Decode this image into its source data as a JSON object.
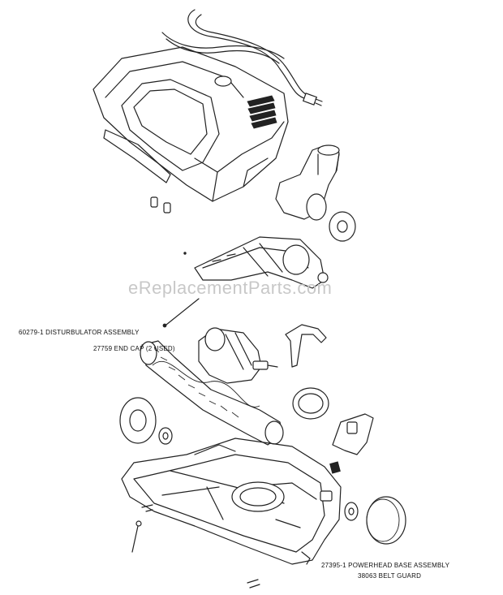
{
  "watermark": "eReplacementParts.com",
  "labels": {
    "disturbulator": "60279-1 DISTURBULATOR ASSEMBLY",
    "end_cap": "27759 END CAP (2 USED)",
    "powerhead_base": "27395-1 POWERHEAD BASE ASSEMBLY",
    "belt_guard": "38063 BELT GUARD"
  }
}
